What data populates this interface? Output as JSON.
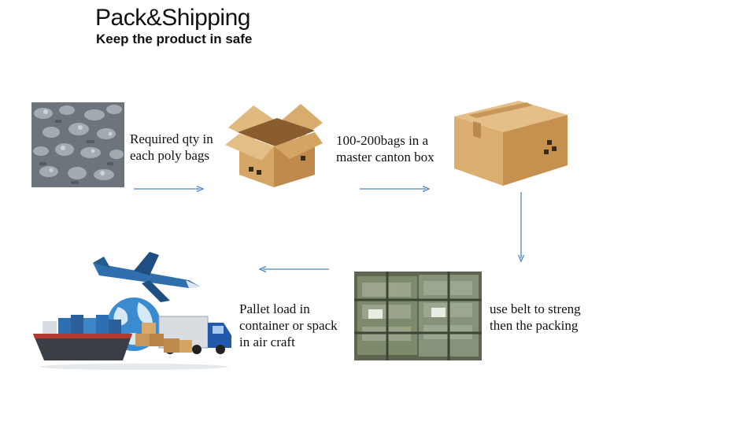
{
  "header": {
    "title": "Pack&Shipping",
    "subtitle": "Keep the product in safe"
  },
  "steps": [
    {
      "line1": "Required qty in",
      "line2": "each poly bags",
      "image": "poly-bag-parts"
    },
    {
      "line1": "100-200bags in a",
      "line2": "master canton box",
      "image": "open-carton-box"
    },
    {
      "line1": "use belt to streng",
      "line2": "then the packing",
      "image": "belted-pallet"
    },
    {
      "line1": "Pallet load in",
      "line2": "container or spack",
      "line3": "in air craft",
      "image": "ship-plane-truck-globe"
    }
  ],
  "colors": {
    "arrow": "#4a86c5",
    "carton": "#d2a66b",
    "carton_dark": "#b8864b",
    "text": "#111111"
  }
}
